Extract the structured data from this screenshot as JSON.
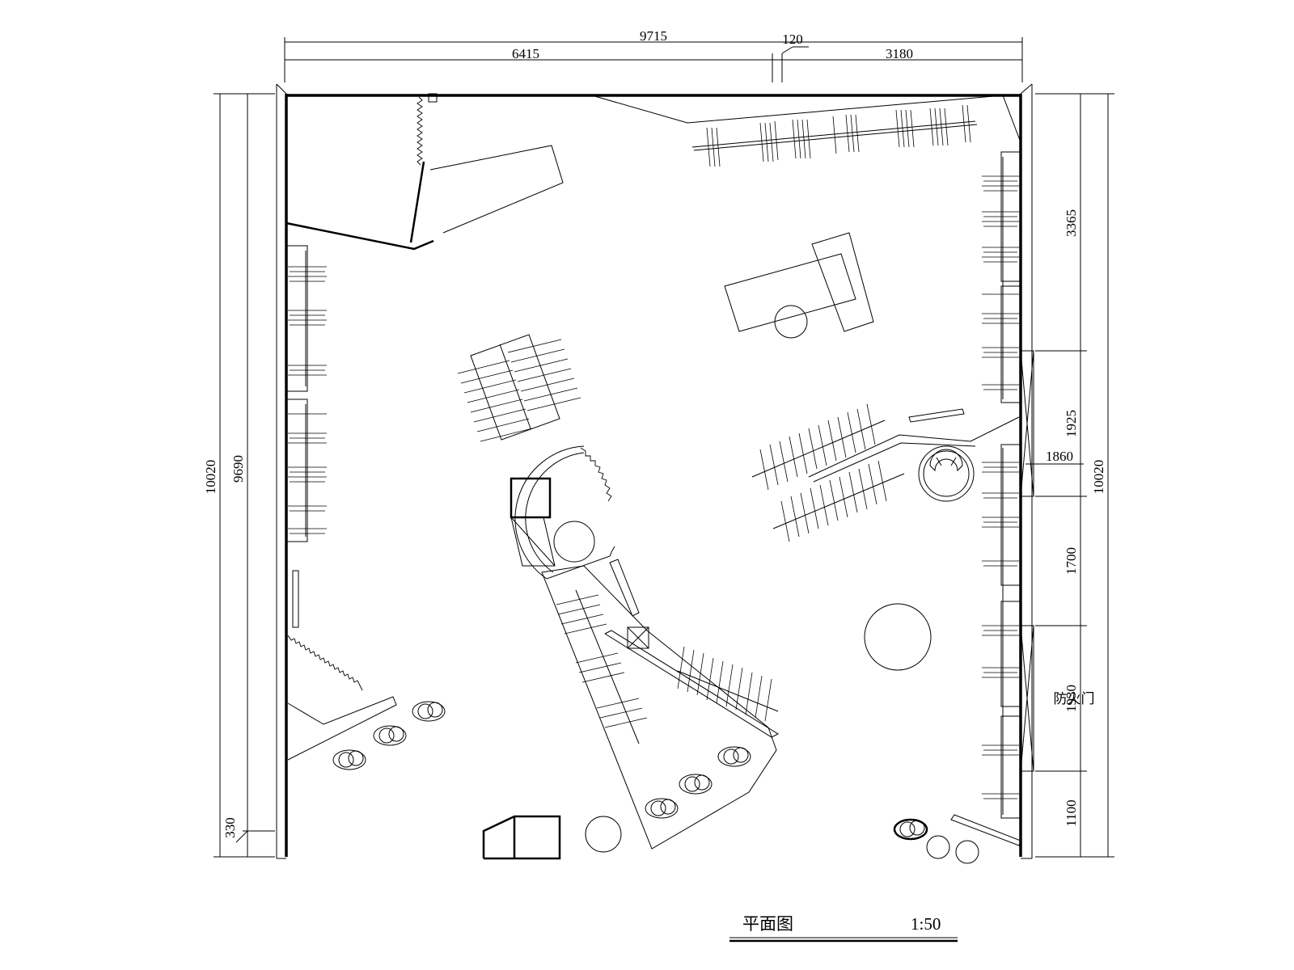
{
  "plan": {
    "top_dimensions": {
      "overall": "9715",
      "left_segment": "6415",
      "gap": "120",
      "right_segment": "3180"
    },
    "left_dimensions": {
      "outer": "10020",
      "inner": "9690",
      "bottom_offset": "330"
    },
    "right_dimensions": {
      "overall": "10020",
      "segments": [
        "3365",
        "1925",
        "1700",
        "1930",
        "1100"
      ],
      "door_width": "1860"
    },
    "door_label": "防火门",
    "title": "平面图",
    "scale": "1:50"
  }
}
